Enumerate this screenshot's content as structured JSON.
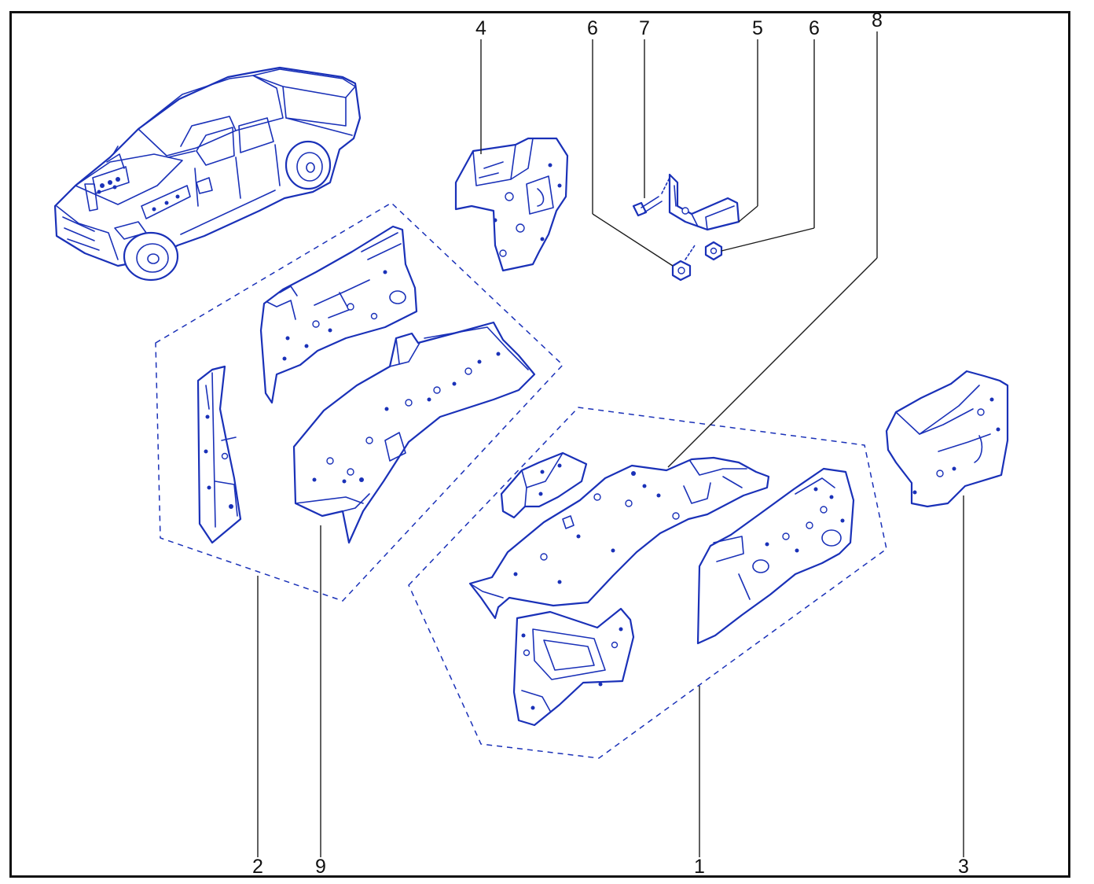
{
  "diagram": {
    "colors": {
      "linework": "#1a31b8",
      "frame": "#111111",
      "leaders": "#1c1c1c",
      "background": "#ffffff"
    },
    "callouts": [
      {
        "id": "c4",
        "text": "4"
      },
      {
        "id": "c6a",
        "text": "6"
      },
      {
        "id": "c7",
        "text": "7"
      },
      {
        "id": "c5",
        "text": "5"
      },
      {
        "id": "c6b",
        "text": "6"
      },
      {
        "id": "c8",
        "text": "8"
      },
      {
        "id": "c2",
        "text": "2"
      },
      {
        "id": "c9",
        "text": "9"
      },
      {
        "id": "c1",
        "text": "1"
      },
      {
        "id": "c3",
        "text": "3"
      }
    ]
  }
}
